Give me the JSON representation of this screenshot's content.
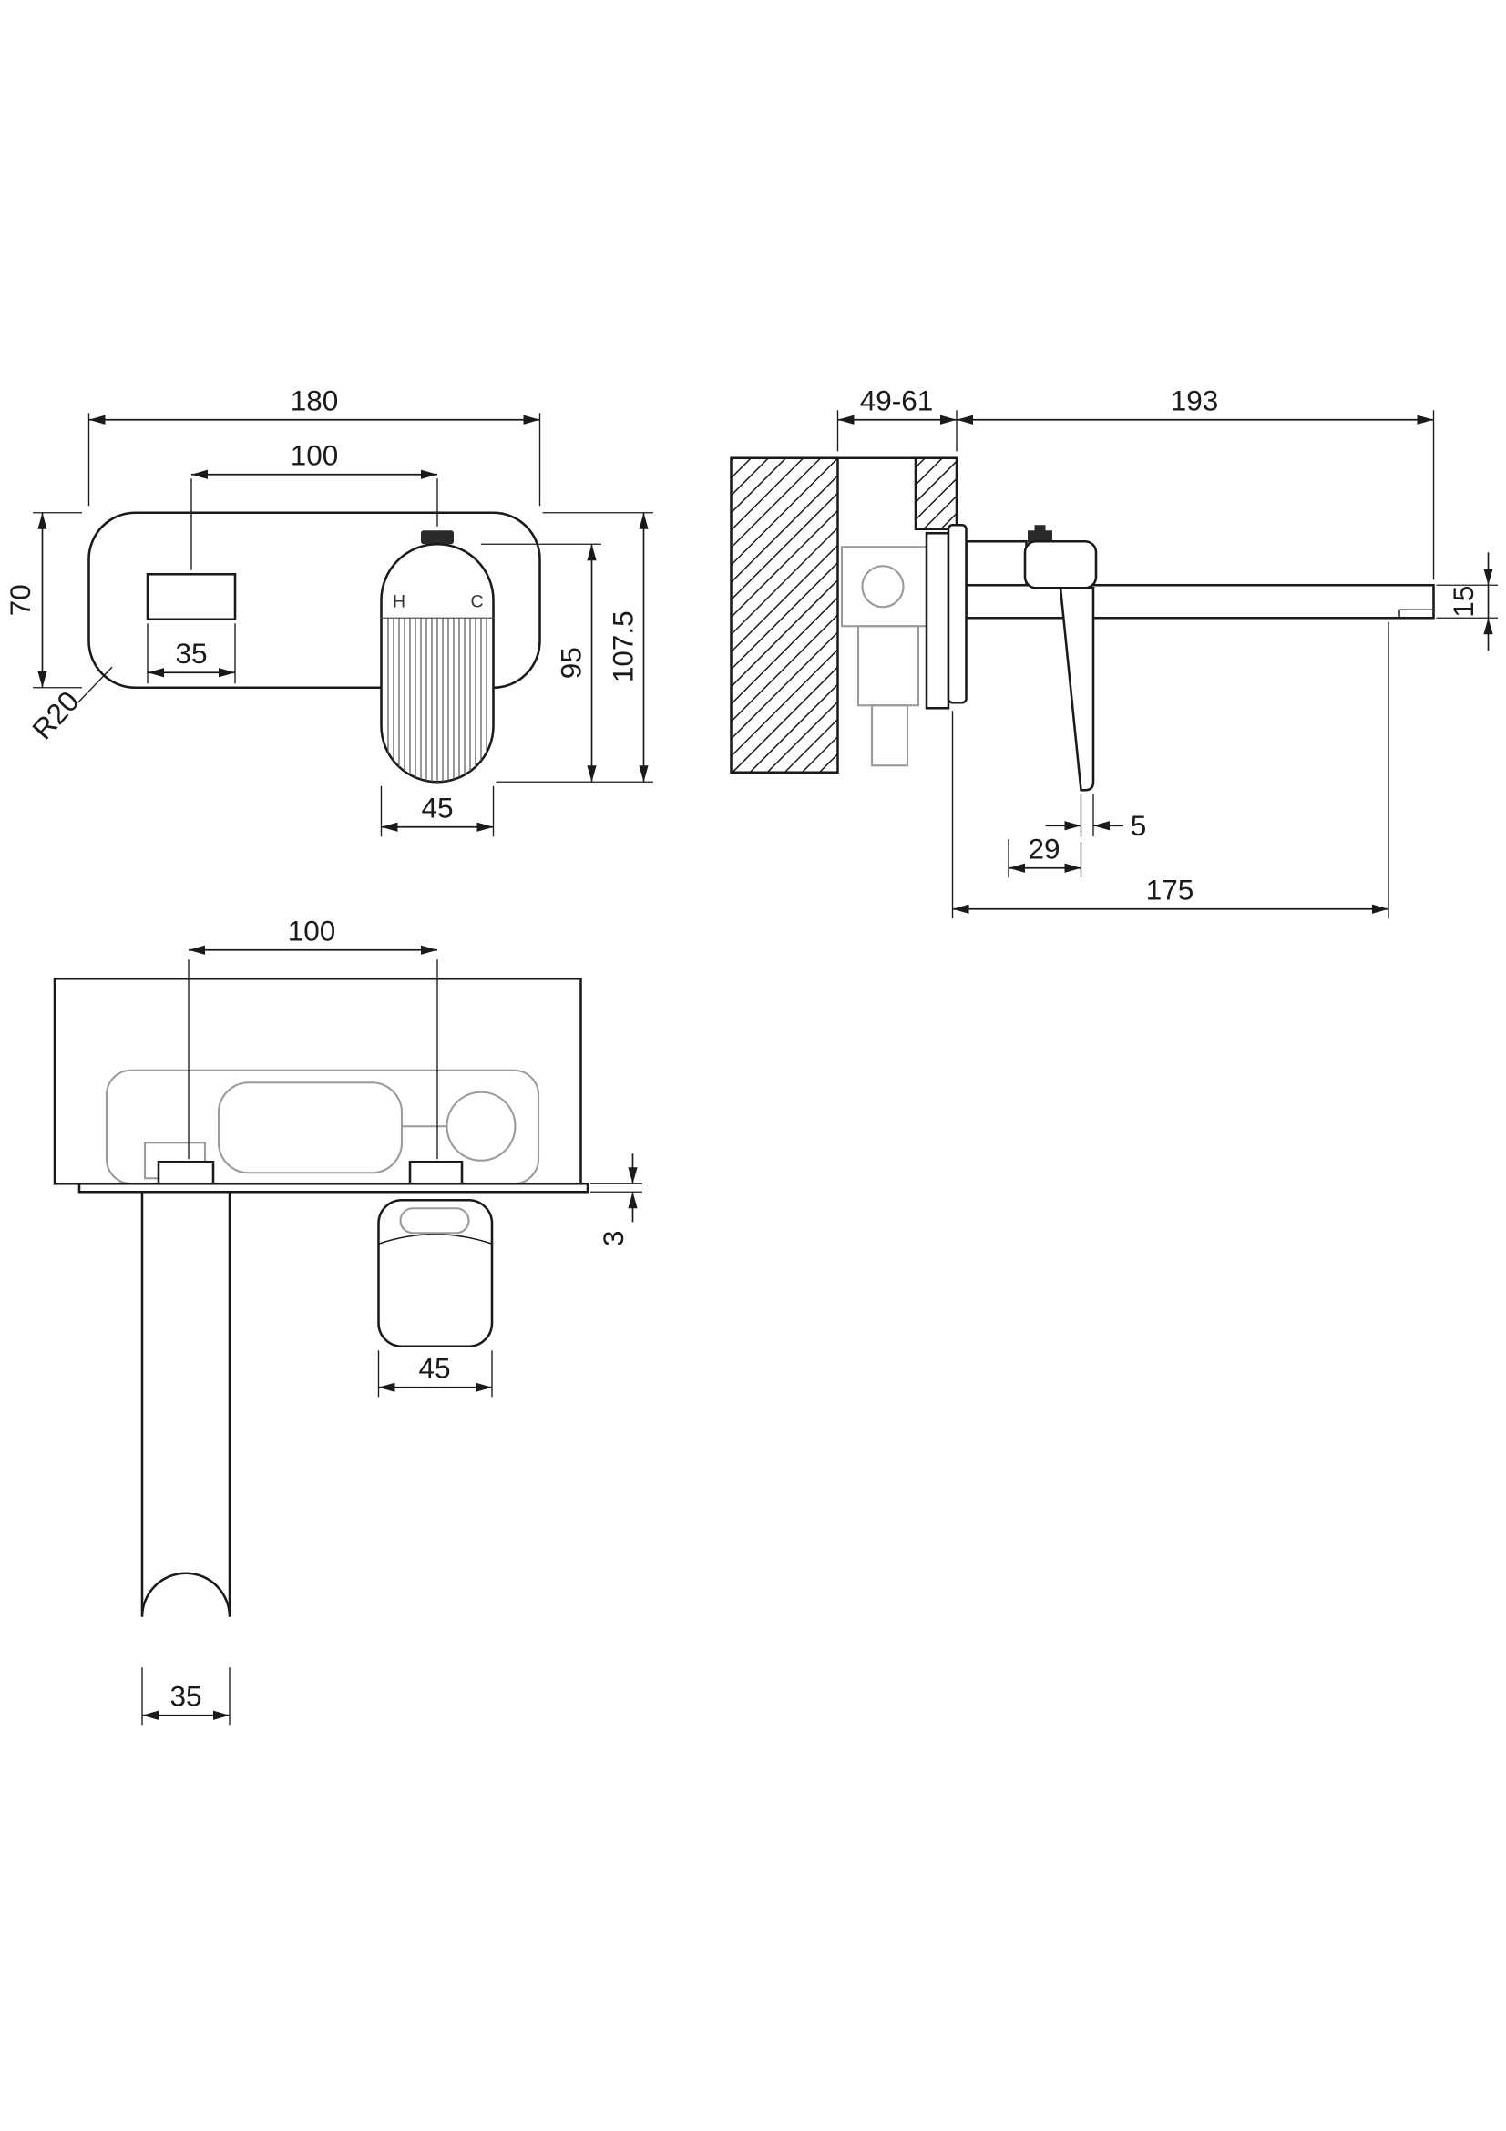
{
  "front_view": {
    "plate_width": "180",
    "centres": "100",
    "plate_height": "70",
    "spout_width": "35",
    "handle_width": "45",
    "handle_height": "95",
    "overall_height": "107.5",
    "corner_radius": "R20",
    "hot_label": "H",
    "cold_label": "C"
  },
  "side_view": {
    "wall_depth_range": "49-61",
    "spout_reach": "193",
    "spout_thickness": "15",
    "handle_tip_thickness": "5",
    "handle_offset": "29",
    "spout_projection": "175"
  },
  "plan_view": {
    "centres": "100",
    "plate_thickness": "3",
    "handle_width": "45",
    "spout_width": "35"
  },
  "colors": {
    "line": "#1a1a1a",
    "hidden_detail": "#9a9a9a",
    "background": "#ffffff"
  }
}
